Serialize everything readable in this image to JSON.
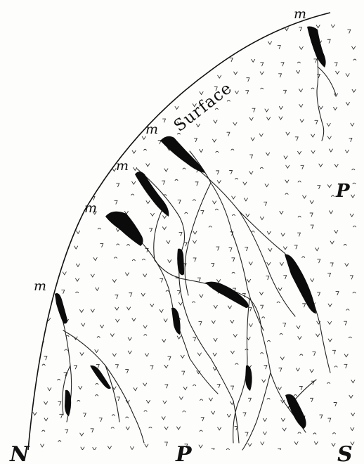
{
  "surface_label": "Surface",
  "vein_labels": [
    "m",
    "m",
    "m",
    "m",
    "m"
  ],
  "rock_labels": {
    "right_p": "P",
    "bottom_p": "P"
  },
  "compass_labels": {
    "north": "N",
    "south": "S"
  }
}
